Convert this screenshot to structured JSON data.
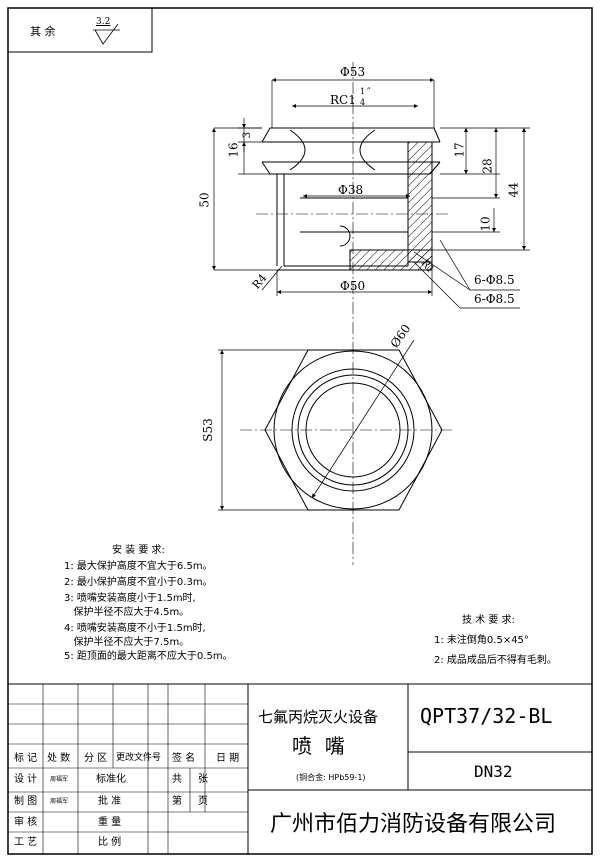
{
  "corner": {
    "label": "其 余",
    "roughness": "3.2"
  },
  "dimensions": {
    "top_width": "Φ53",
    "thread": "RC1",
    "thread_frac_num": "1",
    "thread_frac_den": "4",
    "thread_suffix": "″",
    "d3": "3",
    "d16": "16",
    "d50": "50",
    "d17": "17",
    "d28": "28",
    "d44": "44",
    "d10": "10",
    "bore": "Φ38",
    "r4": "R4",
    "r1": "R1",
    "holes1": "6-Φ8.5",
    "holes2": "6-Φ8.5",
    "bottom_width": "Φ50",
    "circle": "Ø60",
    "flats": "S53"
  },
  "install": {
    "title": "安 装 要 求:",
    "lines": [
      "1: 最大保护高度不宜大于6.5m。",
      "2: 最小保护高度不宜小于0.3m。",
      "3: 喷嘴安装高度小于1.5m时,",
      "   保护半径不应大于4.5m。",
      "4: 喷嘴安装高度不小于1.5m时,",
      "   保护半径不应大于7.5m。",
      "5: 距顶面的最大距离不应大于0.5m。"
    ]
  },
  "tech": {
    "title": "技 术 要 求:",
    "lines": [
      "1: 未注倒角0.5×45°",
      "2: 成品成品后不得有毛刺。"
    ]
  },
  "title_block": {
    "product": "七氟丙烷灭火设备",
    "part": "喷  嘴",
    "material": "(铜合金: HPb59-1)",
    "code": "QPT37/32-BL",
    "size": "DN32",
    "company": "广州市佰力消防设备有限公司",
    "hdr_mark": "标 记",
    "hdr_count": "处 数",
    "hdr_zone": "分 区",
    "hdr_doc": "更改文件号",
    "hdr_sign": "签 名",
    "hdr_date": "日 期",
    "design": "设 计",
    "std": "标准化",
    "total": "共",
    "sheets": "张",
    "draw": "制 图",
    "approve": "批 准",
    "page": "第",
    "page_unit": "页",
    "check": "审 核",
    "weight": "重 量",
    "process": "工 艺",
    "scale": "比 例",
    "name1": "周福军",
    "name2": "周福军"
  }
}
